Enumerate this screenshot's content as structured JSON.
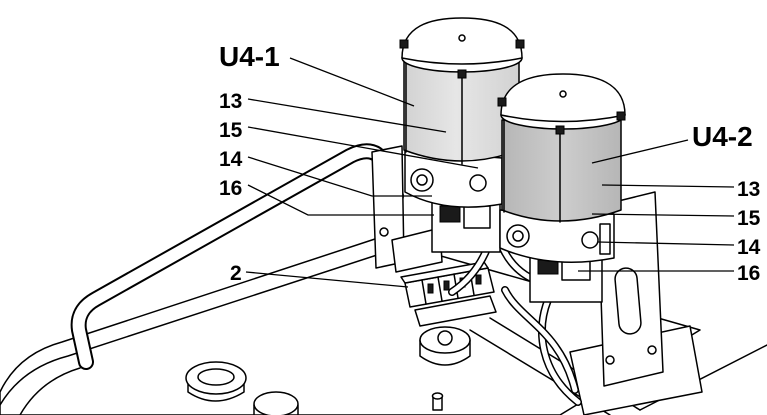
{
  "labels": {
    "left": [
      {
        "text": "U4-1"
      },
      {
        "text": "13"
      },
      {
        "text": "15"
      },
      {
        "text": "14"
      },
      {
        "text": "16"
      },
      {
        "text": "2"
      }
    ],
    "right": [
      {
        "text": "U4-2"
      },
      {
        "text": "13"
      },
      {
        "text": "15"
      },
      {
        "text": "14"
      },
      {
        "text": "16"
      }
    ]
  },
  "colors": {
    "reservoir_1": "#d2d2d2",
    "reservoir_1_highlight": "#e6e6e6",
    "reservoir_2": "#b6b6b6",
    "reservoir_2_highlight": "#cdcdcd"
  }
}
